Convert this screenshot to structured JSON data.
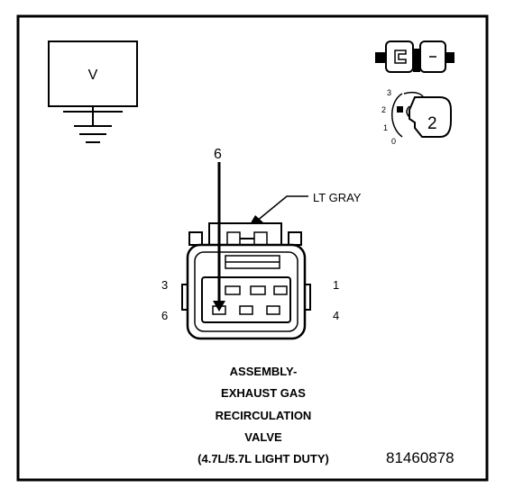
{
  "meter": {
    "label": "V"
  },
  "probe": {
    "pin_callout": "6"
  },
  "connector": {
    "color_label": "LT GRAY",
    "pin_labels": {
      "top_left": "3",
      "top_right": "1",
      "bottom_left": "6",
      "bottom_right": "4"
    }
  },
  "adapter_icon": {
    "number": "2",
    "scale": [
      "3",
      "2",
      "1",
      "0"
    ]
  },
  "caption": {
    "line1": "ASSEMBLY-",
    "line2": "EXHAUST GAS",
    "line3": "RECIRCULATION",
    "line4": "VALVE",
    "line5": "(4.7L/5.7L LIGHT DUTY)"
  },
  "figure_id": "81460878"
}
